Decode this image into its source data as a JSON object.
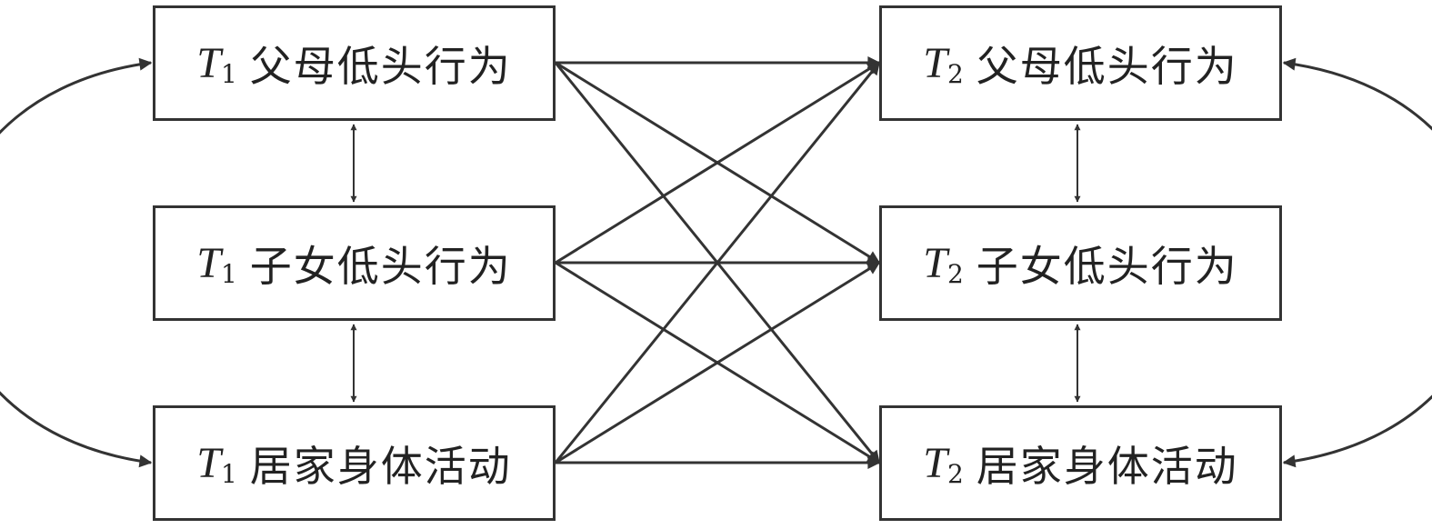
{
  "colors": {
    "line": "#333333",
    "text": "#222222",
    "background": "#ffffff"
  },
  "nodes": {
    "t1_parent": {
      "time": "T",
      "sub": "1",
      "label": "父母低头行为"
    },
    "t1_child": {
      "time": "T",
      "sub": "1",
      "label": "子女低头行为"
    },
    "t1_home": {
      "time": "T",
      "sub": "1",
      "label": "居家身体活动"
    },
    "t2_parent": {
      "time": "T",
      "sub": "2",
      "label": "父母低头行为"
    },
    "t2_child": {
      "time": "T",
      "sub": "2",
      "label": "子女低头行为"
    },
    "t2_home": {
      "time": "T",
      "sub": "2",
      "label": "居家身体活动"
    }
  },
  "edges": {
    "cross_lagged": [
      [
        "t1_parent",
        "t2_parent"
      ],
      [
        "t1_parent",
        "t2_child"
      ],
      [
        "t1_parent",
        "t2_home"
      ],
      [
        "t1_child",
        "t2_parent"
      ],
      [
        "t1_child",
        "t2_child"
      ],
      [
        "t1_child",
        "t2_home"
      ],
      [
        "t1_home",
        "t2_parent"
      ],
      [
        "t1_home",
        "t2_child"
      ],
      [
        "t1_home",
        "t2_home"
      ]
    ],
    "correlations": [
      [
        "t1_parent",
        "t1_child"
      ],
      [
        "t1_child",
        "t1_home"
      ],
      [
        "t1_parent",
        "t1_home"
      ],
      [
        "t2_parent",
        "t2_child"
      ],
      [
        "t2_child",
        "t2_home"
      ],
      [
        "t2_parent",
        "t2_home"
      ]
    ]
  }
}
